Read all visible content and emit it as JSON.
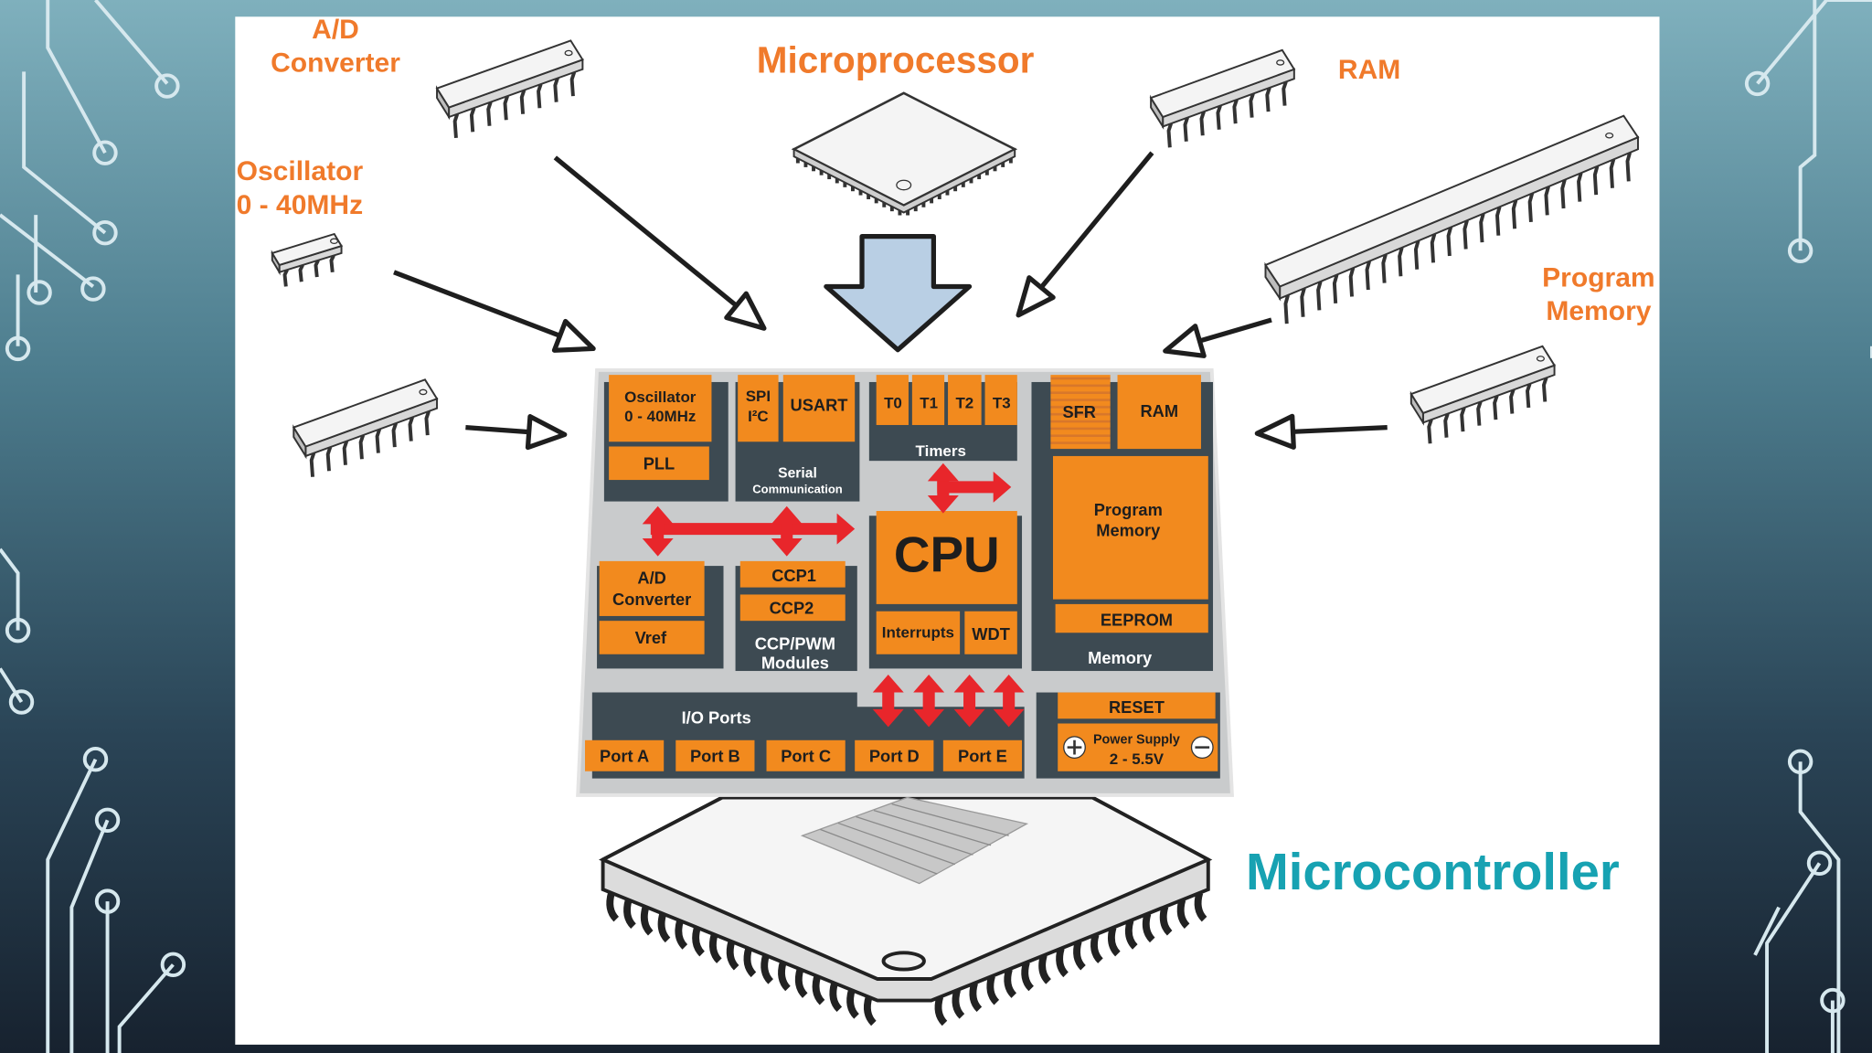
{
  "labels": {
    "ad_converter": [
      "A/D",
      "Converter"
    ],
    "microprocessor": "Microprocessor",
    "ram": "RAM",
    "oscillator": [
      "Oscillator",
      "0 - 40MHz"
    ],
    "program_memory": [
      "Program",
      "Memory"
    ],
    "microcontroller": "Microcontroller"
  },
  "block": {
    "oscillator": [
      "Oscillator",
      "0 - 40MHz"
    ],
    "pll": "PLL",
    "spi": "SPI",
    "i2c": "I²C",
    "usart": "USART",
    "serial": [
      "Serial",
      "Communication"
    ],
    "timers": [
      "T0",
      "T1",
      "T2",
      "T3"
    ],
    "timers_label": "Timers",
    "sfr": "SFR",
    "ram": "RAM",
    "program_memory": [
      "Program",
      "Memory"
    ],
    "eeprom": "EEPROM",
    "memory_label": "Memory",
    "cpu": "CPU",
    "interrupts": "Interrupts",
    "wdt": "WDT",
    "ad": [
      "A/D",
      "Converter"
    ],
    "vref": "Vref",
    "ccp1": "CCP1",
    "ccp2": "CCP2",
    "ccp_label": [
      "CCP/PWM",
      "Modules"
    ],
    "io_label": "I/O Ports",
    "ports": [
      "Port A",
      "Port B",
      "Port C",
      "Port D",
      "Port E"
    ],
    "reset": "RESET",
    "power_supply": [
      "Power Supply",
      "2 - 5.5V"
    ]
  },
  "colors": {
    "label_orange": "#f07a2b",
    "block_orange": "#f28a1e",
    "panel_dark": "#3d4a52",
    "bus_red": "#e8262b",
    "microcontroller_teal": "#17a2b2",
    "arrow_blue": "#b9cfe4"
  }
}
